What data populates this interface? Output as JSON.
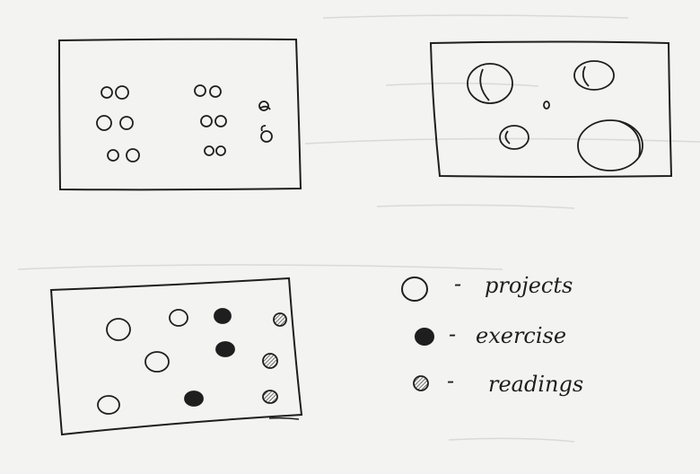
{
  "colors": {
    "paper": "#f3f3f1",
    "ink": "#1e1e1e",
    "faint_ink": "#d9d9d6"
  },
  "legend": {
    "items": [
      {
        "icon": "empty-circle",
        "dash": "-",
        "label": "projects"
      },
      {
        "icon": "filled-circle",
        "dash": "-",
        "label": "exercise"
      },
      {
        "icon": "hatched-circle",
        "dash": "-",
        "label": "readings"
      }
    ]
  }
}
